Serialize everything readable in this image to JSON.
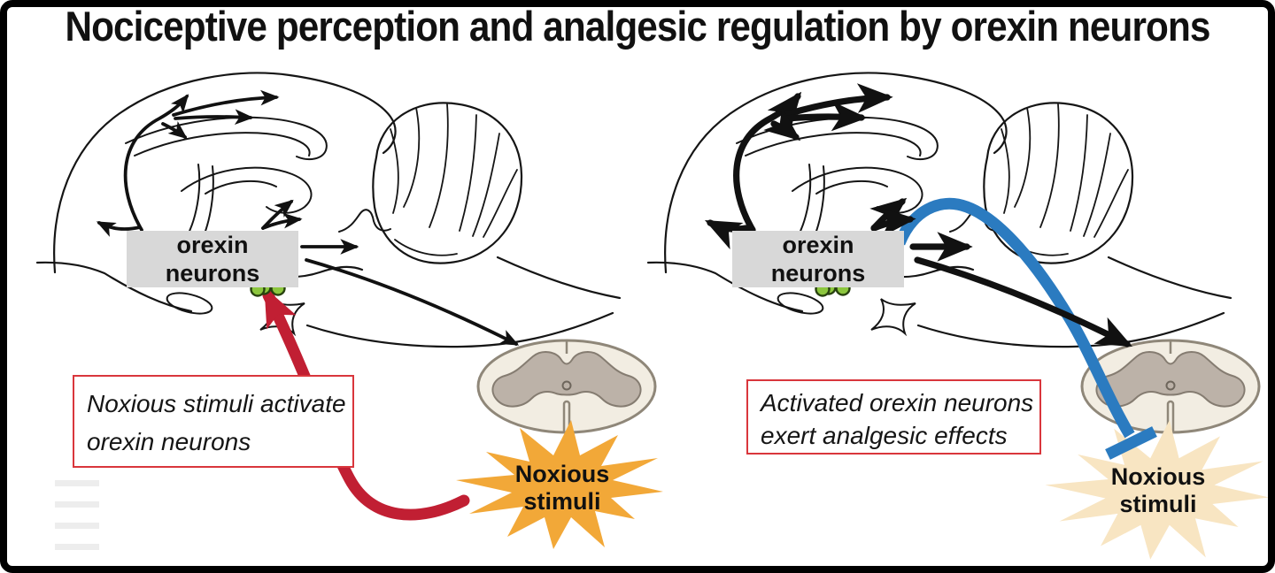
{
  "title": "Nociceptive perception and analgesic regulation by orexin neurons",
  "colors": {
    "activation-red": "#c11f33",
    "inhibition-blue": "#2b7bc0",
    "stimulus-orange": "#f2a838",
    "stimulus-pale": "#f8e5c2",
    "neuron-green": "#8cc63e",
    "neuron-outline": "#28420f",
    "label-bg": "#d8d8d8",
    "caption-border": "#d9363c",
    "cord-white": "#f2ede2",
    "cord-gray": "#bcb2a8",
    "cord-outline": "#8f8779"
  },
  "panels": [
    {
      "side": "left",
      "brain_label": "orexin neurons",
      "caption_lines": [
        "Noxious stimuli activate",
        "orexin neurons"
      ],
      "stimulus_lines": [
        "Noxious",
        "stimuli"
      ]
    },
    {
      "side": "right",
      "brain_label": "orexin neurons",
      "caption_lines": [
        "Activated orexin neurons",
        "exert analgesic effects"
      ],
      "stimulus_lines": [
        "Noxious",
        "stimuli"
      ]
    }
  ]
}
